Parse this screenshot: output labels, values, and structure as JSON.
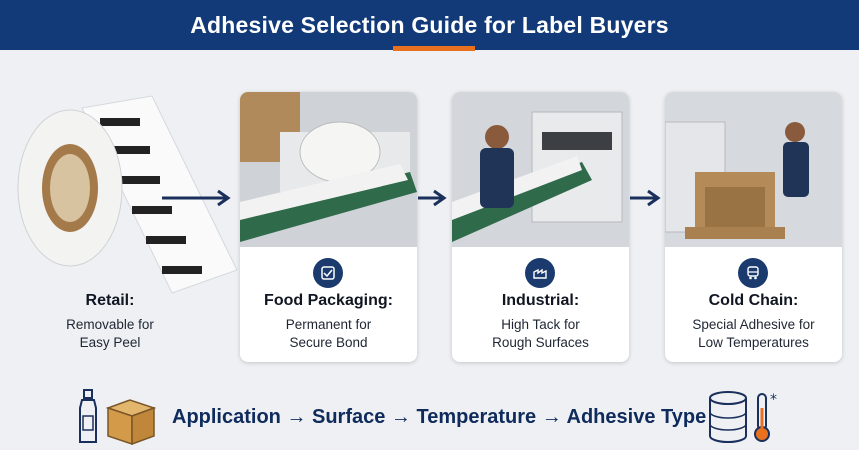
{
  "header": {
    "title": "Adhesive Selection Guide for Label Buyers"
  },
  "retail": {
    "title": "Retail:",
    "line1": "Removable for",
    "line2": "Easy Peel"
  },
  "cards": [
    {
      "title": "Food Packaging:",
      "line1": "Permanent for",
      "line2": "Secure Bond",
      "icon": "shield-check-icon"
    },
    {
      "title": "Industrial:",
      "line1": "High Tack for",
      "line2": "Rough Surfaces",
      "icon": "factory-icon"
    },
    {
      "title": "Cold Chain:",
      "line1": "Special Adhesive for",
      "line2": "Low Temperatures",
      "icon": "truck-icon"
    }
  ],
  "footer": {
    "formula": "Application → Surface → Temperature → Adhesive Type"
  },
  "icons": [
    "bottle-icon",
    "box-icon",
    "drum-icon",
    "thermometer-icon",
    "arrow-right-icon"
  ],
  "colors": {
    "header": "#123a78",
    "accent": "#e8701e",
    "icon_bg": "#1b3a6d",
    "text_dark": "#0f2b5c"
  }
}
